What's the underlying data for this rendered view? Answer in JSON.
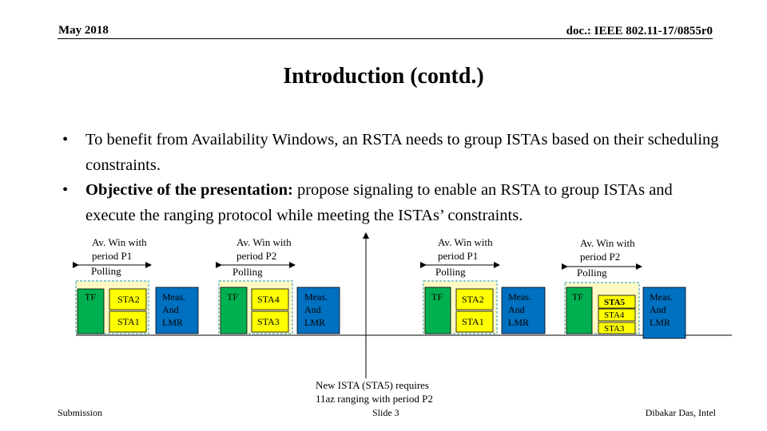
{
  "header": {
    "date": "May 2018",
    "doc_id": "doc.: IEEE 802.11-17/0855r0"
  },
  "title": "Introduction (contd.)",
  "bullets": [
    {
      "bullet_char": "•",
      "bold_prefix": "",
      "text": "To benefit from Availability Windows, an RSTA needs to group ISTAs based on their scheduling constraints."
    },
    {
      "bullet_char": "•",
      "bold_prefix": "Objective of the presentation: ",
      "text": "propose signaling to enable an RSTA to group ISTAs and execute the ranging protocol while meeting the ISTAs’ constraints."
    }
  ],
  "diagram": {
    "groups": [
      {
        "window_label_line1": "Av. Win with",
        "window_label_line2": "period P1",
        "polling_label": "Polling",
        "tf_label": "TF",
        "sta_boxes": [
          "STA2",
          "STA1"
        ],
        "meas_label_lines": [
          "Meas.",
          "And",
          "LMR"
        ]
      },
      {
        "window_label_line1": "Av. Win with",
        "window_label_line2": "period P2",
        "polling_label": "Polling",
        "tf_label": "TF",
        "sta_boxes": [
          "STA4",
          "STA3"
        ],
        "meas_label_lines": [
          "Meas.",
          "And",
          "LMR"
        ]
      },
      {
        "window_label_line1": "Av. Win with",
        "window_label_line2": "period P1",
        "polling_label": "Polling",
        "tf_label": "TF",
        "sta_boxes": [
          "STA2",
          "STA1"
        ],
        "meas_label_lines": [
          "Meas.",
          "And",
          "LMR"
        ]
      },
      {
        "window_label_line1": "Av. Win with",
        "window_label_line2": "period P2",
        "polling_label": "Polling",
        "tf_label": "TF",
        "sta_boxes": [
          "STA5",
          "STA4",
          "STA3"
        ],
        "meas_label_lines": [
          "Meas.",
          "And",
          "LMR"
        ]
      }
    ],
    "new_ista_note_line1": "New ISTA (STA5) requires",
    "new_ista_note_line2": "11az ranging with period P2",
    "colors": {
      "tf_green": "#00b050",
      "sta_yellow": "#ffff00",
      "meas_blue": "#0070c0",
      "polling_border": "#4bacc6",
      "polling_fill": "#fff9c4"
    }
  },
  "footer": {
    "left": "Submission",
    "center": "Slide 3",
    "right": "Dibakar Das, Intel"
  }
}
